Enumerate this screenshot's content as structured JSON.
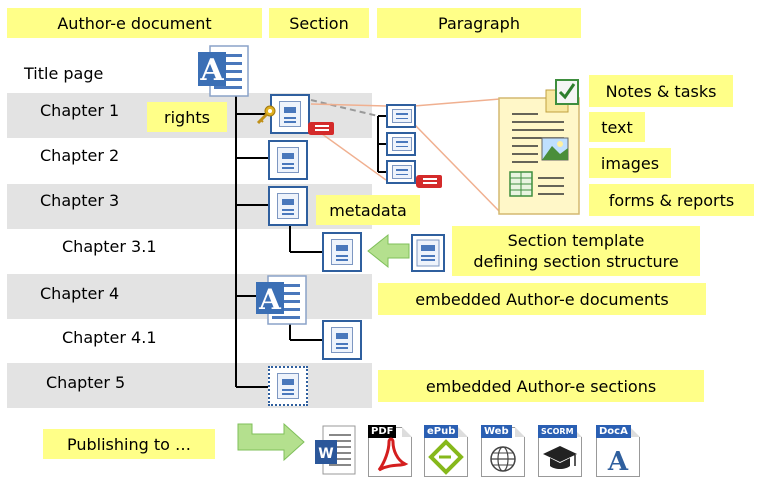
{
  "headers": {
    "document": "Author-e document",
    "section": "Section",
    "paragraph": "Paragraph"
  },
  "title_page": "Title page",
  "chapters": [
    "Chapter 1",
    "Chapter 2",
    "Chapter 3",
    "Chapter 3.1",
    "Chapter 4",
    "Chapter 4.1",
    "Chapter 5"
  ],
  "labels": {
    "rights": "rights",
    "metadata": "metadata",
    "section_template_line1": "Section template",
    "section_template_line2": "defining section structure",
    "embedded_docs": "embedded Author-e documents",
    "embedded_sections": "embedded Author-e sections",
    "publishing": "Publishing to …"
  },
  "paragraph_contents": [
    "Notes & tasks",
    "text",
    "images",
    "forms & reports"
  ],
  "formats": [
    {
      "name": "Word",
      "label": "W",
      "color": "#2b579a"
    },
    {
      "name": "PDF",
      "label": "PDF",
      "color": "#000000"
    },
    {
      "name": "ePub",
      "label": "ePub",
      "color": "#2a5fb3"
    },
    {
      "name": "Web",
      "label": "Web",
      "color": "#2a5fb3"
    },
    {
      "name": "SCORM",
      "label": "SCORM",
      "color": "#2a5fb3"
    },
    {
      "name": "DocA",
      "label": "DocA",
      "color": "#2a5fb3"
    }
  ],
  "colors": {
    "label_bg": "#ffff88",
    "band_bg": "#e3e3e3",
    "section_border": "#2f5f9e",
    "tag_red": "#d42a2a",
    "arrow_green": "#b4e08e"
  }
}
